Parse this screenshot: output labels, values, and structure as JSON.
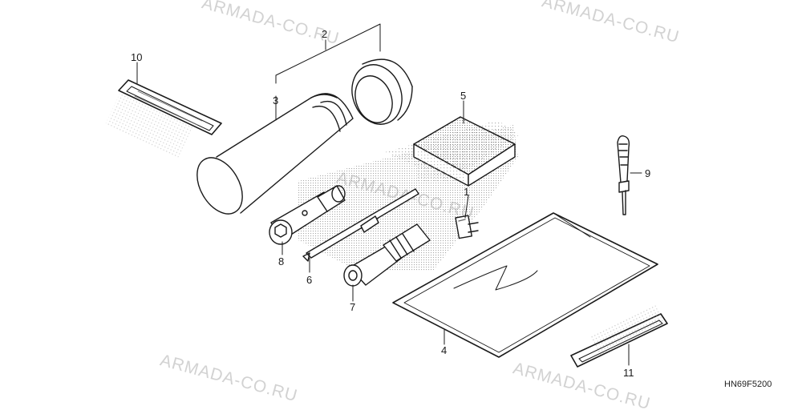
{
  "diagram": {
    "part_numbers": [
      "1",
      "2",
      "3",
      "4",
      "5",
      "6",
      "7",
      "8",
      "9",
      "10",
      "11"
    ],
    "drawing_code": "HN69F5200"
  },
  "watermark": {
    "text": "ARMADA-CO.RU",
    "color": "#d2d2d2"
  },
  "colors": {
    "line": "#1a1a1a",
    "shade": "#9a9a9a",
    "background": "#ffffff"
  }
}
